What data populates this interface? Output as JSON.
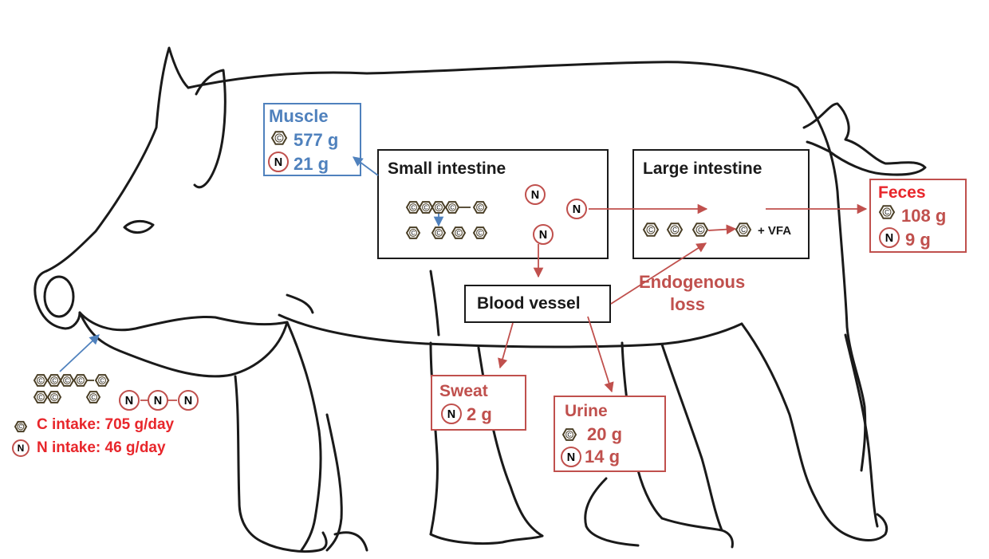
{
  "colors": {
    "outline": "#1a1a1a",
    "red": "#e8262b",
    "rust": "#c0504d",
    "blue": "#4f81bd",
    "hex_stroke": "#4a3f26"
  },
  "icons": {
    "carbon": "carbon-hexagon-icon",
    "nitrogen": "nitrogen-circle-icon"
  },
  "symbols": {
    "carbon": "C",
    "nitrogen": "N"
  },
  "intake": {
    "c_text": "C intake: 705 g/day",
    "n_text": "N intake: 46 g/day"
  },
  "muscle": {
    "title": "Muscle",
    "c_value": "577 g",
    "n_value": "21 g"
  },
  "small_intestine": {
    "title": "Small intestine"
  },
  "large_intestine": {
    "title": "Large intestine",
    "vfa_label": "+ VFA"
  },
  "feces": {
    "title": "Feces",
    "c_value": "108 g",
    "n_value": "9 g"
  },
  "blood_vessel": {
    "title": "Blood vessel"
  },
  "endogenous_loss": {
    "line1": "Endogenous",
    "line2": "loss"
  },
  "sweat": {
    "title": "Sweat",
    "n_value": "2 g"
  },
  "urine": {
    "title": "Urine",
    "c_value": "20 g",
    "n_value": "14 g"
  }
}
